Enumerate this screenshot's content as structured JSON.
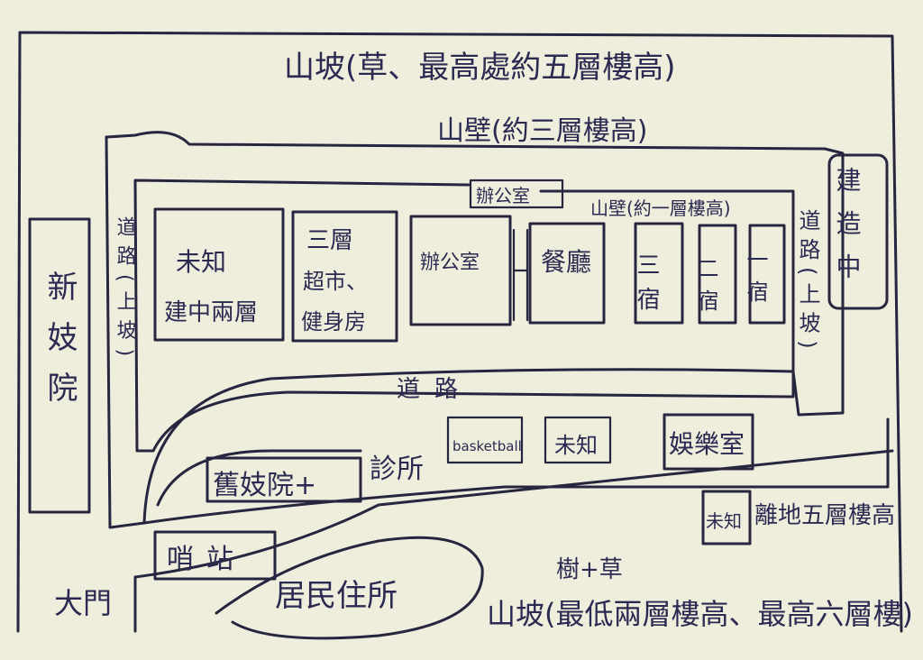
{
  "ink_color": "#272640",
  "paper_color": "#efeddb",
  "labels": {
    "top_slope": "山坡(草、最高處約五層樓高)",
    "cliff_top": "山壁(約三層樓高)",
    "new_brothel": "新妓院",
    "road_left": "道路(上坡)",
    "unknown_1": "未知",
    "unknown_1_sub": "建中兩層",
    "supermarket_line1": "三層",
    "supermarket_line2": "超市、",
    "supermarket_line3": "健身房",
    "office_small": "辦公室",
    "office_main": "辦公室",
    "cliff_low": "山壁(約一層樓高)",
    "dining": "餐廳",
    "dorm_3": "三宿",
    "dorm_2": "二宿",
    "dorm_1": "一宿",
    "road_right": "道路(上坡)",
    "under_construction": "建造中",
    "road_middle": "道路",
    "basketball": "basketball",
    "unknown_2": "未知",
    "recreation": "娛樂室",
    "old_brothel": "舊妓院+",
    "clinic": "診所",
    "outpost": "哨站",
    "gate": "大門",
    "residence": "居民住所",
    "trees_grass": "樹+草",
    "unknown_3": "未知",
    "unknown_3_note": "離地五層樓高",
    "bottom_slope": "山坡(最低兩層樓高、最高六層樓)"
  }
}
